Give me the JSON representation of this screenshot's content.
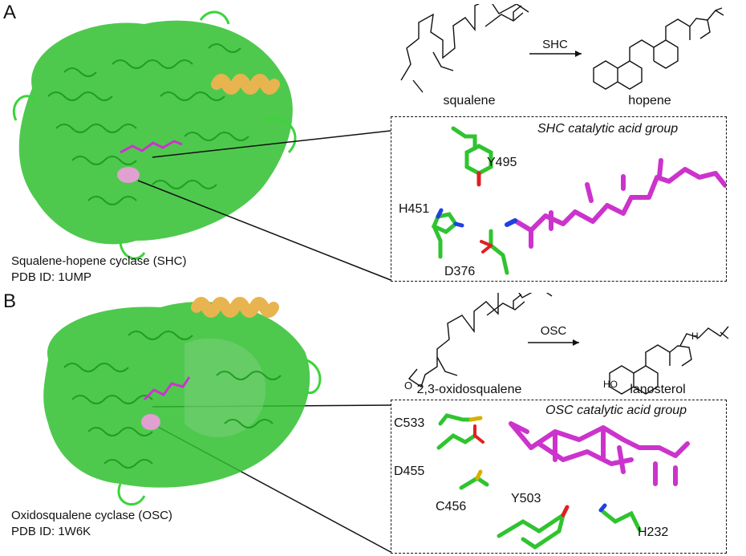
{
  "panel_a": {
    "letter": "A",
    "caption_line1": "Squalene-hopene cyclase (SHC)",
    "caption_line2": "PDB ID: 1UMP",
    "substrate": "squalene",
    "product": "hopene",
    "enzyme_arrow_label": "SHC",
    "inset_title": "SHC catalytic acid group",
    "residues": [
      "Y495",
      "H451",
      "D376"
    ]
  },
  "panel_b": {
    "letter": "B",
    "caption_line1": "Oxidosqualene cyclase (OSC)",
    "caption_line2": "PDB ID: 1W6K",
    "substrate": "2,3-oxidosqualene",
    "product": "lanosterol",
    "enzyme_arrow_label": "OSC",
    "inset_title": "OSC catalytic acid group",
    "residues": [
      "C533",
      "D455",
      "C456",
      "Y503",
      "H232"
    ],
    "stereo_label": "H",
    "ho_label": "HO",
    "o_label": "O"
  },
  "colors": {
    "protein": "#22c422",
    "helix_accent": "#e8b450",
    "ligand": "#cc33cc",
    "active_site": "#e0a0d0",
    "oxygen": "#e02020",
    "nitrogen": "#2040e0",
    "sulfur": "#d8b000"
  }
}
